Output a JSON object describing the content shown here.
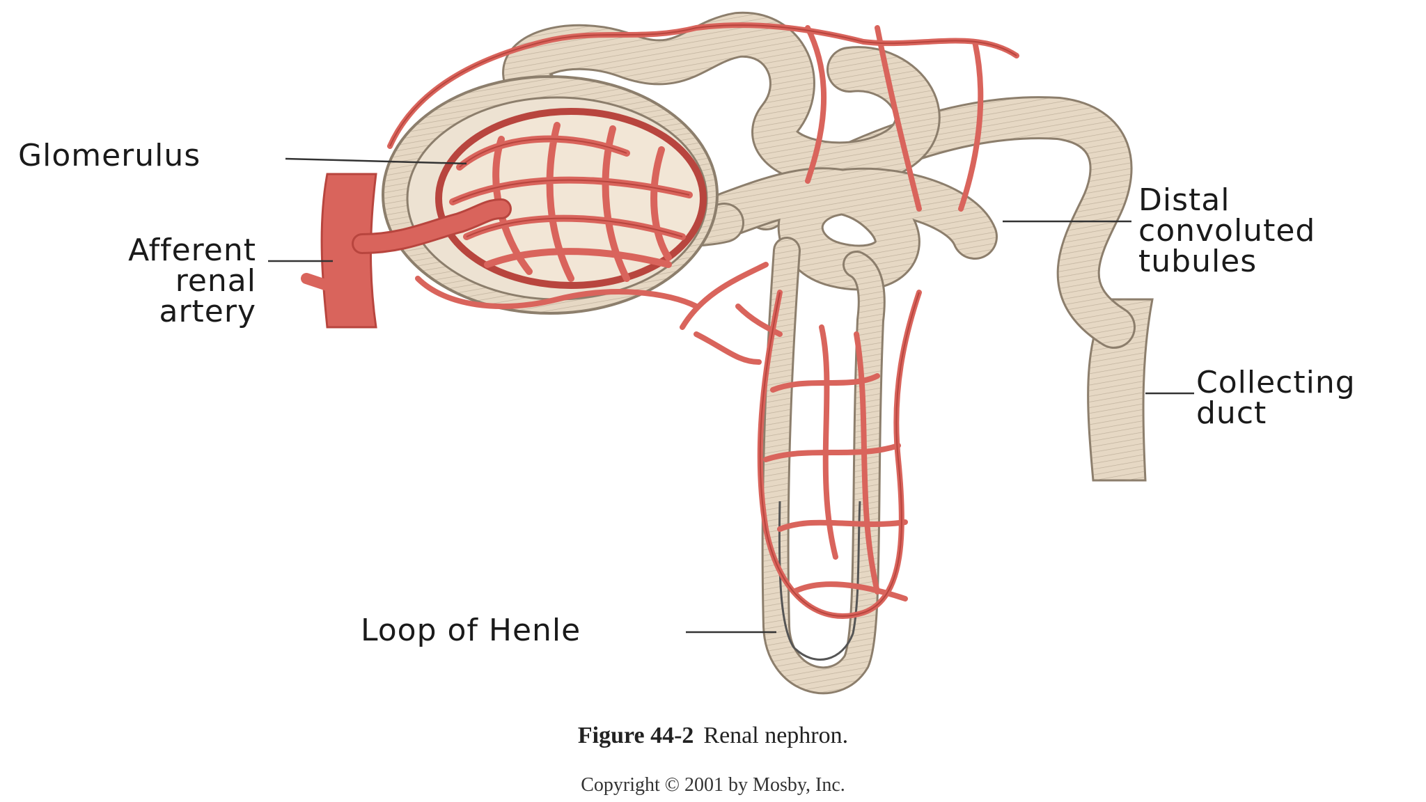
{
  "labels": {
    "glomerulus": "Glomerulus",
    "afferent": [
      "Afferent",
      "renal",
      "artery"
    ],
    "distal": [
      "Distal",
      "convoluted",
      "tubules"
    ],
    "collecting": [
      "Collecting",
      "duct"
    ],
    "loop": "Loop of Henle"
  },
  "caption": {
    "figure_number": "Figure 44-2",
    "figure_title": "Renal nephron.",
    "copyright": "Copyright © 2001 by Mosby, Inc."
  },
  "colors": {
    "vessel": "#d9645c",
    "vessel_dark": "#b8453e",
    "tubule": "#e6d8c4",
    "tubule_edge": "#8c7e6c",
    "line": "#333333"
  }
}
